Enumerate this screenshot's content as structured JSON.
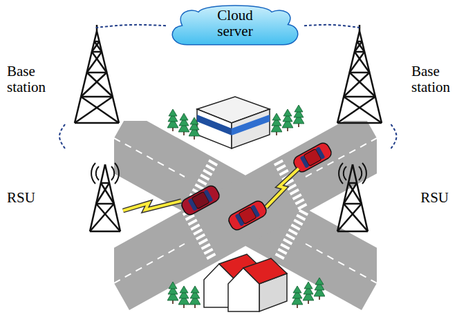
{
  "diagram": {
    "nodes": [
      {
        "text": [
          "Cloud server"
        ]
      },
      {
        "text": [
          "Base station"
        ]
      },
      {
        "text": [
          "Base station"
        ]
      },
      {
        "text": [
          "RSU"
        ]
      },
      {
        "text": [
          "RSU"
        ]
      }
    ],
    "edges": [
      {
        "from": 0,
        "to": 1,
        "arrow": "none"
      },
      {
        "from": 0,
        "to": 2,
        "arrow": "none"
      },
      {
        "from": 1,
        "to": 3,
        "arrow": "none"
      },
      {
        "from": 2,
        "to": 4,
        "arrow": "none"
      }
    ]
  }
}
